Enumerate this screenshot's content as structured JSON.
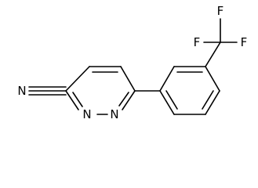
{
  "molecule": {
    "atoms": {
      "nitrile_n": "N",
      "ring_n1": "N",
      "ring_n2": "N",
      "fluorine_top": "F",
      "fluorine_left": "F",
      "fluorine_right": "F"
    }
  },
  "colors": {
    "bond": "#000000",
    "background": "#ffffff"
  }
}
